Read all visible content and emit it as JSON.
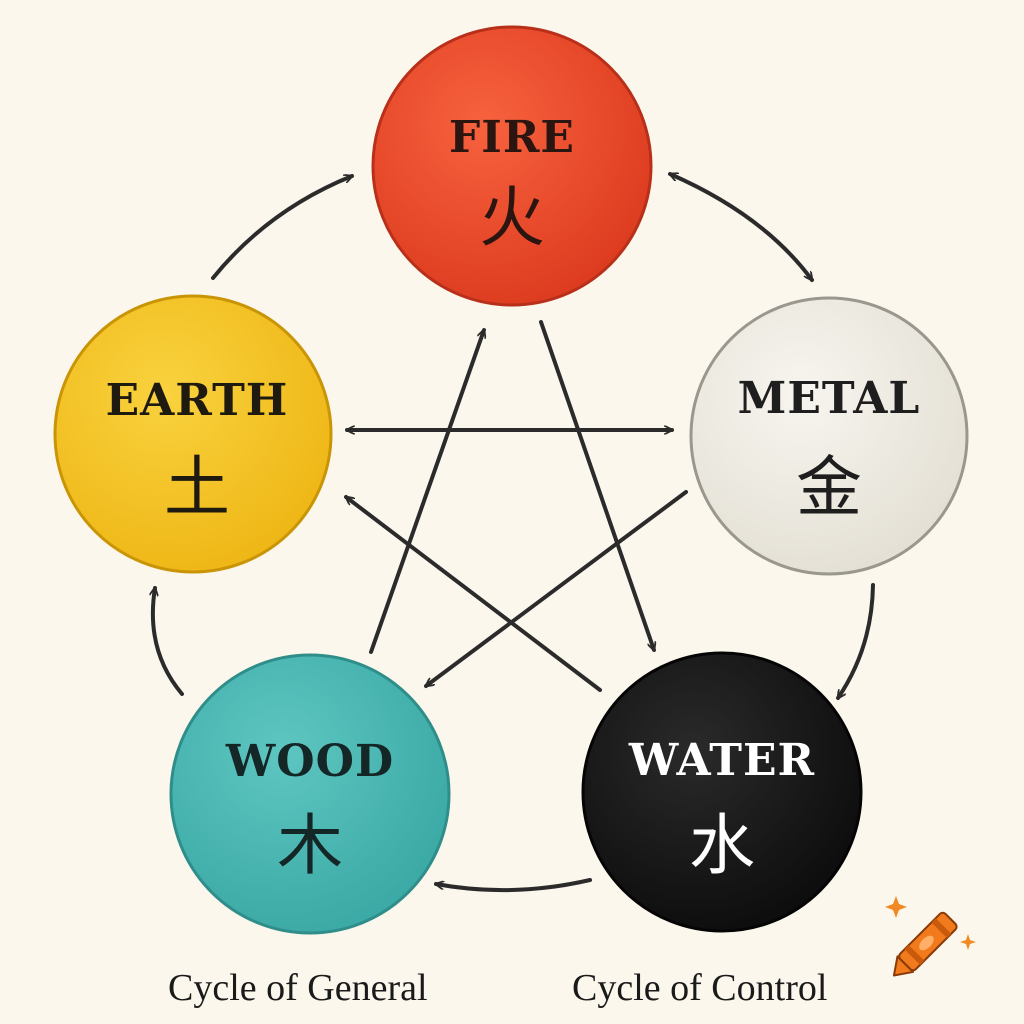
{
  "elements": {
    "fire": {
      "name": "FIRE",
      "glyph": "火",
      "color": "#ee4a2c",
      "text_color": "#2a1510"
    },
    "metal": {
      "name": "METAL",
      "glyph": "金",
      "color": "#efece4",
      "text_color": "#1e1e1e"
    },
    "water": {
      "name": "WATER",
      "glyph": "水",
      "color": "#141414",
      "text_color": "#ffffff"
    },
    "wood": {
      "name": "WOOD",
      "glyph": "木",
      "color": "#49b8b4",
      "text_color": "#142626"
    },
    "earth": {
      "name": "EARTH",
      "glyph": "土",
      "color": "#f6c423",
      "text_color": "#1e1a10"
    }
  },
  "captions": {
    "general": "Cycle of General",
    "control": "Cycle of Control"
  },
  "arrow_color": "#2b2b2b",
  "watermark_icon": "crayon-icon"
}
